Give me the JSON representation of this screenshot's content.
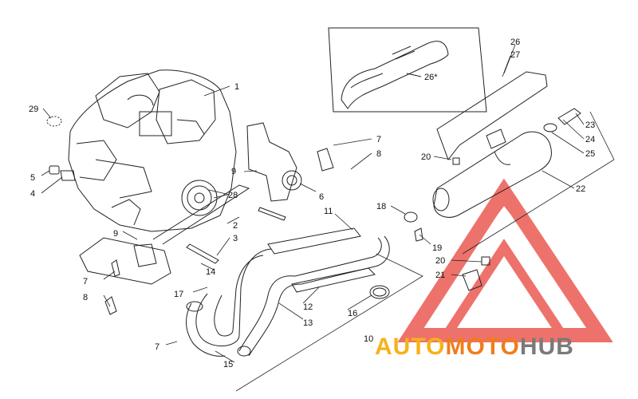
{
  "watermark": {
    "part1": "AUTO",
    "part2": "MOTO",
    "part3": "HUB",
    "colors": {
      "auto": "#f6b21a",
      "moto": "#f07c1c",
      "hub": "#7a7a7a",
      "logo": "#e8433a"
    }
  },
  "inset_label": "26*",
  "callouts": [
    {
      "id": "c1",
      "text": "1"
    },
    {
      "id": "c2",
      "text": "2"
    },
    {
      "id": "c3",
      "text": "3"
    },
    {
      "id": "c4",
      "text": "4"
    },
    {
      "id": "c5",
      "text": "5"
    },
    {
      "id": "c6",
      "text": "6"
    },
    {
      "id": "c7a",
      "text": "7"
    },
    {
      "id": "c7b",
      "text": "7"
    },
    {
      "id": "c7c",
      "text": "7"
    },
    {
      "id": "c8a",
      "text": "8"
    },
    {
      "id": "c8b",
      "text": "8"
    },
    {
      "id": "c9a",
      "text": "9"
    },
    {
      "id": "c9b",
      "text": "9"
    },
    {
      "id": "c10",
      "text": "10"
    },
    {
      "id": "c11",
      "text": "11"
    },
    {
      "id": "c12",
      "text": "12"
    },
    {
      "id": "c13",
      "text": "13"
    },
    {
      "id": "c14",
      "text": "14"
    },
    {
      "id": "c15",
      "text": "15"
    },
    {
      "id": "c16",
      "text": "16"
    },
    {
      "id": "c17",
      "text": "17"
    },
    {
      "id": "c18",
      "text": "18"
    },
    {
      "id": "c19",
      "text": "19"
    },
    {
      "id": "c20a",
      "text": "20"
    },
    {
      "id": "c20b",
      "text": "20"
    },
    {
      "id": "c21",
      "text": "21"
    },
    {
      "id": "c22",
      "text": "22"
    },
    {
      "id": "c23",
      "text": "23"
    },
    {
      "id": "c24",
      "text": "24"
    },
    {
      "id": "c25",
      "text": "25"
    },
    {
      "id": "c26",
      "text": "26"
    },
    {
      "id": "c27",
      "text": "27"
    },
    {
      "id": "c28",
      "text": "28"
    },
    {
      "id": "c29",
      "text": "29"
    }
  ]
}
